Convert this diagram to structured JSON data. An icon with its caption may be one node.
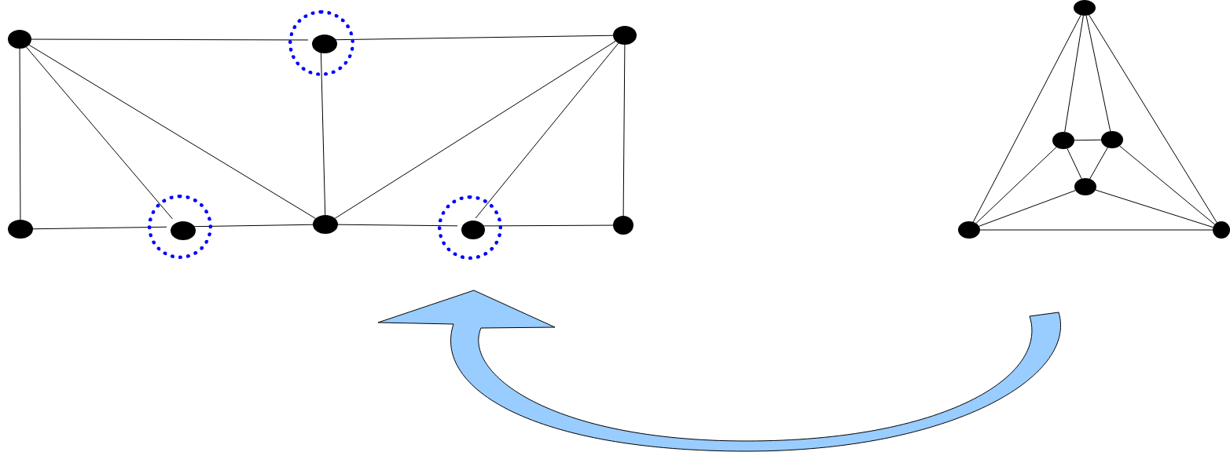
{
  "diagram": {
    "nodes": [
      {
        "text": [],
        "shape": "dot"
      },
      {
        "text": [],
        "shape": "circle"
      },
      {
        "text": [],
        "shape": "dot",
        "in": 1
      },
      {
        "text": [],
        "shape": "dot"
      },
      {
        "text": [],
        "shape": "dot"
      },
      {
        "text": [],
        "shape": "circle"
      },
      {
        "text": [],
        "shape": "dot",
        "in": 5
      },
      {
        "text": [],
        "shape": "dot"
      },
      {
        "text": [],
        "shape": "circle"
      },
      {
        "text": [],
        "shape": "dot",
        "in": 8
      },
      {
        "text": [],
        "shape": "dot"
      },
      {
        "text": [],
        "shape": "dot"
      },
      {
        "text": [],
        "shape": "dot"
      },
      {
        "text": [],
        "shape": "dot"
      },
      {
        "text": [],
        "shape": "dot"
      },
      {
        "text": [],
        "shape": "dot"
      },
      {
        "text": [],
        "shape": "dot"
      }
    ],
    "edges": [
      {
        "from": 0,
        "to": 2,
        "arrow": "none"
      },
      {
        "from": 2,
        "to": 3,
        "arrow": "none"
      },
      {
        "from": 0,
        "to": 4,
        "arrow": "none"
      },
      {
        "from": 0,
        "to": 6,
        "arrow": "none"
      },
      {
        "from": 0,
        "to": 7,
        "arrow": "none"
      },
      {
        "from": 2,
        "to": 7,
        "arrow": "none"
      },
      {
        "from": 3,
        "to": 7,
        "arrow": "none"
      },
      {
        "from": 3,
        "to": 9,
        "arrow": "none"
      },
      {
        "from": 3,
        "to": 10,
        "arrow": "none"
      },
      {
        "from": 4,
        "to": 6,
        "arrow": "none"
      },
      {
        "from": 6,
        "to": 7,
        "arrow": "none"
      },
      {
        "from": 7,
        "to": 9,
        "arrow": "none"
      },
      {
        "from": 9,
        "to": 10,
        "arrow": "none"
      },
      {
        "from": 11,
        "to": 12,
        "arrow": "none"
      },
      {
        "from": 11,
        "to": 13,
        "arrow": "none"
      },
      {
        "from": 11,
        "to": 15,
        "arrow": "none"
      },
      {
        "from": 11,
        "to": 16,
        "arrow": "none"
      },
      {
        "from": 12,
        "to": 13,
        "arrow": "none"
      },
      {
        "from": 12,
        "to": 14,
        "arrow": "none"
      },
      {
        "from": 13,
        "to": 14,
        "arrow": "none"
      },
      {
        "from": 12,
        "to": 15,
        "arrow": "none"
      },
      {
        "from": 13,
        "to": 16,
        "arrow": "none"
      },
      {
        "from": 14,
        "to": 15,
        "arrow": "none"
      },
      {
        "from": 14,
        "to": 16,
        "arrow": "none"
      },
      {
        "from": 15,
        "to": 16,
        "arrow": "none"
      }
    ]
  }
}
